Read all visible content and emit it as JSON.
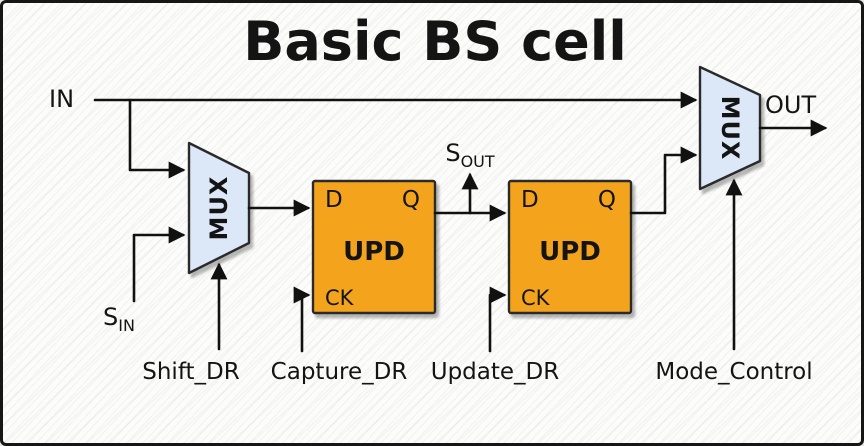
{
  "title": "Basic BS cell",
  "signals": {
    "in": "IN",
    "out": "OUT",
    "s_base": "S",
    "s_in_sub": "IN",
    "s_out_sub": "OUT"
  },
  "controls": {
    "shift": "Shift_DR",
    "capture": "Capture_DR",
    "update": "Update_DR",
    "mode": "Mode_Control"
  },
  "mux_label": "MUX",
  "flipflop": {
    "d": "D",
    "q": "Q",
    "name": "UPD",
    "ck": "CK"
  },
  "colors": {
    "mux_fill": "#dce8f7",
    "ff_fill": "#f4a41c",
    "ff_stroke": "#b97e07",
    "wire": "#111111"
  }
}
